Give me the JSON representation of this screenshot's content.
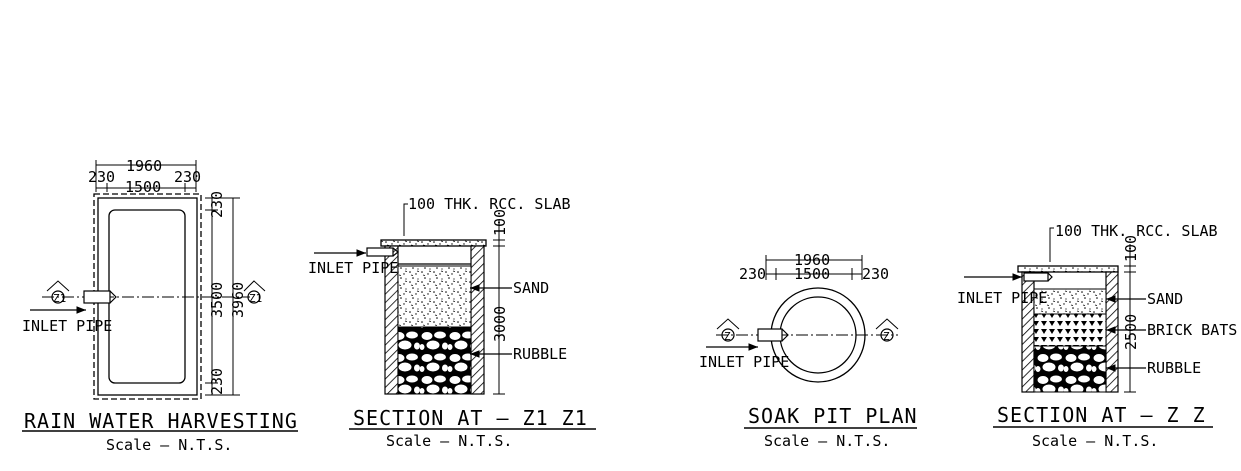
{
  "colors": {
    "ink": "#000000",
    "paper": "#ffffff"
  },
  "drawings": {
    "plan": {
      "title": "RAIN WATER HARVESTING",
      "scale": "Scale – N.T.S.",
      "dim_overall_width": "1960",
      "dim_wall_left": "230",
      "dim_inner_width": "1500",
      "dim_wall_right": "230",
      "dim_top_wall": "230",
      "dim_inner_length": "3500",
      "dim_overall_length": "3960",
      "dim_bottom_wall": "230",
      "section_marker": "Z1",
      "inlet_label": "INLET PIPE"
    },
    "section_z1": {
      "title": "SECTION AT – Z1 Z1",
      "scale": "Scale – N.T.S.",
      "slab_label": "100 THK. RCC. SLAB",
      "slab_dim": "100",
      "depth_dim": "3000",
      "inlet_label": "INLET PIPE",
      "sand_label": "SAND",
      "rubble_label": "RUBBLE"
    },
    "soak_pit": {
      "title": "SOAK PIT PLAN",
      "scale": "Scale – N.T.S.",
      "dim_overall": "1960",
      "dim_wall_left": "230",
      "dim_inner": "1500",
      "dim_wall_right": "230",
      "section_marker": "Z",
      "inlet_label": "INLET PIPE"
    },
    "section_z": {
      "title": "SECTION AT – Z Z",
      "scale": "Scale – N.T.S.",
      "slab_label": "100 THK. RCC. SLAB",
      "slab_dim": "100",
      "depth_dim": "2500",
      "inlet_label": "INLET PIPE",
      "sand_label": "SAND",
      "brick_label": "BRICK BATS",
      "rubble_label": "RUBBLE"
    }
  }
}
